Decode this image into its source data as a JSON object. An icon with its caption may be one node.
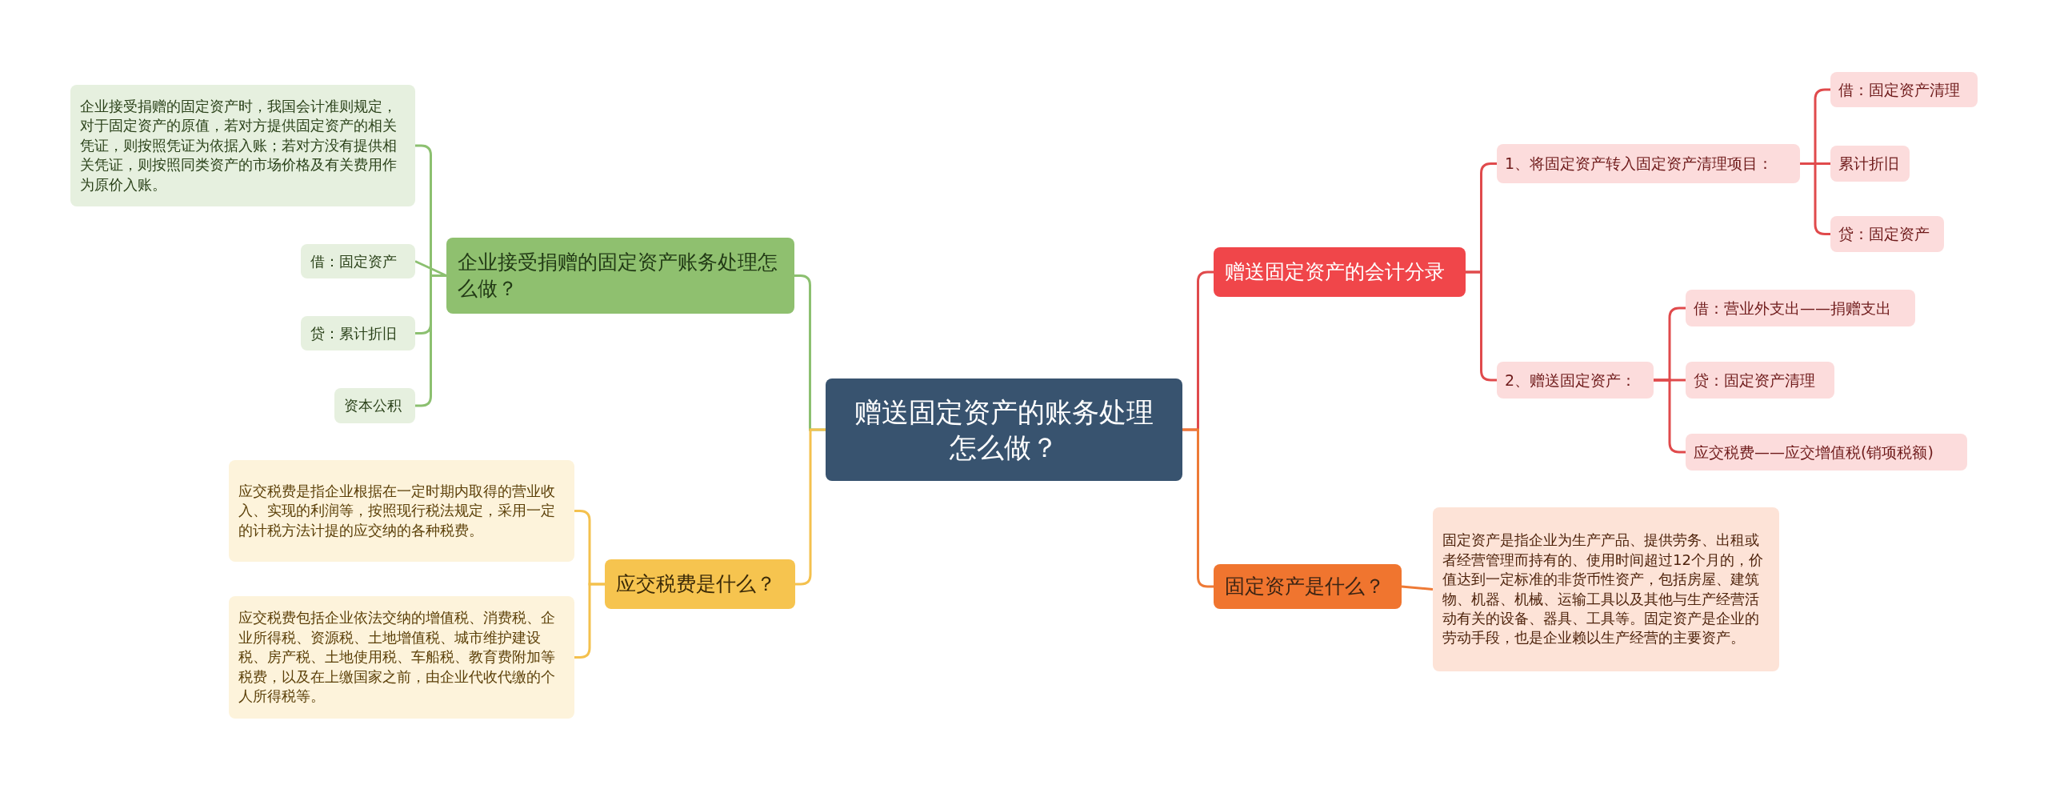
{
  "diagram": {
    "nodes": [
      {
        "text": [
          "赠送固定资产的账务处理怎么做？"
        ]
      },
      {
        "text": [
          "赠送固定资产的会计分录"
        ]
      },
      {
        "text": [
          "1、将固定资产转入固定资产清理项目："
        ]
      },
      {
        "text": [
          "借：固定资产清理"
        ]
      },
      {
        "text": [
          "累计折旧"
        ]
      },
      {
        "text": [
          "贷：固定资产"
        ]
      },
      {
        "text": [
          "2、赠送固定资产："
        ]
      },
      {
        "text": [
          "借：营业外支出——捐赠支出"
        ]
      },
      {
        "text": [
          "贷：固定资产清理"
        ]
      },
      {
        "text": [
          "应交税费——应交增值税(销项税额)"
        ]
      },
      {
        "text": [
          "固定资产是什么？"
        ]
      },
      {
        "text": [
          "固定资产是指企业为生产产品、提供劳务、出租或者经营管理而持有的、使用时间超过12个月的，价值达到一定标准的非货币性资产，包括房屋、建筑物、机器、机械、运输工具以及其他与生产经营活动有关的设备、器具、工具等。固定资产是企业的劳动手段，也是企业赖以生产经营的主要资产。"
        ]
      },
      {
        "text": [
          "企业接受捐赠的固定资产账务处理怎么做？"
        ]
      },
      {
        "text": [
          "企业接受捐赠的固定资产时，我国会计准则规定，对于固定资产的原值，若对方提供固定资产的相关凭证，则按照凭证为依据入账；若对方没有提供相关凭证，则按照同类资产的市场价格及有关费用作为原价入账。"
        ]
      },
      {
        "text": [
          "借：固定资产"
        ]
      },
      {
        "text": [
          "贷：累计折旧"
        ]
      },
      {
        "text": [
          "资本公积"
        ]
      },
      {
        "text": [
          "应交税费是什么？"
        ]
      },
      {
        "text": [
          "应交税费是指企业根据在一定时期内取得的营业收入、实现的利润等，按照现行税法规定，采用一定的计税方法计提的应交纳的各种税费。"
        ]
      },
      {
        "text": [
          "应交税费包括企业依法交纳的增值税、消费税、企业所得税、资源税、土地增值税、城市维护建设税、房产税、土地使用税、车船税、教育费附加等税费，以及在上缴国家之前，由企业代收代缴的个人所得税等。"
        ]
      }
    ],
    "edges": [
      {
        "from": 0,
        "to": 1,
        "arrow": "none",
        "color": "#e04a4c"
      },
      {
        "from": 1,
        "to": 2,
        "arrow": "none",
        "color": "#e04a4c"
      },
      {
        "from": 2,
        "to": 3,
        "arrow": "none",
        "color": "#e04a4c"
      },
      {
        "from": 2,
        "to": 4,
        "arrow": "none",
        "color": "#e04a4c"
      },
      {
        "from": 2,
        "to": 5,
        "arrow": "none",
        "color": "#e04a4c"
      },
      {
        "from": 1,
        "to": 6,
        "arrow": "none",
        "color": "#e04a4c"
      },
      {
        "from": 6,
        "to": 7,
        "arrow": "none",
        "color": "#e04a4c"
      },
      {
        "from": 6,
        "to": 8,
        "arrow": "none",
        "color": "#e04a4c"
      },
      {
        "from": 6,
        "to": 9,
        "arrow": "none",
        "color": "#e04a4c"
      },
      {
        "from": 0,
        "to": 10,
        "arrow": "none",
        "color": "#ee7a36"
      },
      {
        "from": 10,
        "to": 11,
        "arrow": "none",
        "color": "#ee7a36"
      },
      {
        "from": 0,
        "to": 12,
        "arrow": "none",
        "color": "#8cc070"
      },
      {
        "from": 12,
        "to": 13,
        "arrow": "none",
        "color": "#8cc070"
      },
      {
        "from": 12,
        "to": 14,
        "arrow": "none",
        "color": "#8cc070"
      },
      {
        "from": 12,
        "to": 15,
        "arrow": "none",
        "color": "#8cc070"
      },
      {
        "from": 12,
        "to": 16,
        "arrow": "none",
        "color": "#8cc070"
      },
      {
        "from": 0,
        "to": 17,
        "arrow": "none",
        "color": "#f4c14e"
      },
      {
        "from": 17,
        "to": 18,
        "arrow": "none",
        "color": "#f4c14e"
      },
      {
        "from": 17,
        "to": 19,
        "arrow": "none",
        "color": "#f4c14e"
      }
    ]
  }
}
